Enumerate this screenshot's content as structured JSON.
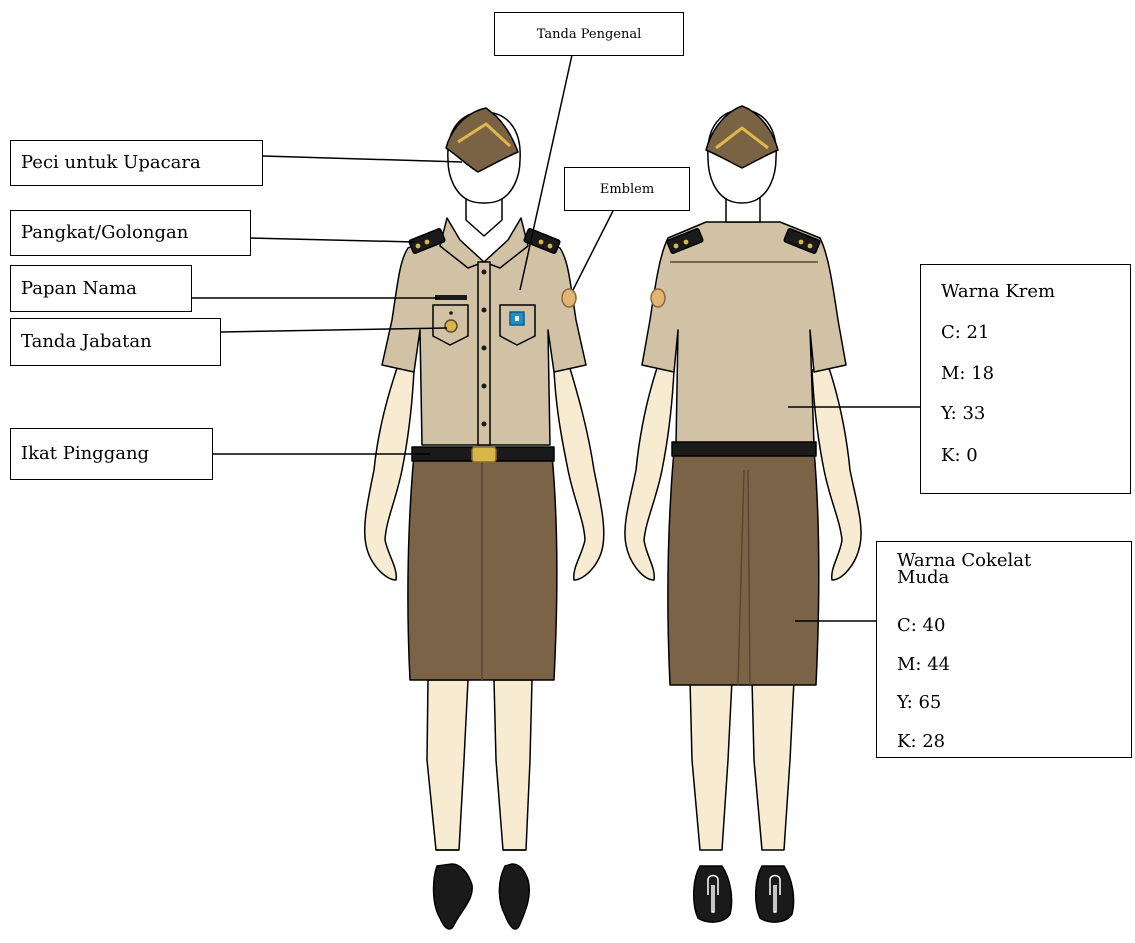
{
  "labels": {
    "tanda_pengenal": "Tanda Pengenal",
    "peci_untuk_upacara": "Peci untuk Upacara",
    "emblem": "Emblem",
    "pangkat_golongan": "Pangkat/Golongan",
    "papan_nama": "Papan Nama",
    "tanda_jabatan": "Tanda Jabatan",
    "ikat_pinggang": "Ikat Pinggang"
  },
  "color_krem": {
    "title": "Warna Krem",
    "c": "C: 21",
    "m": "M: 18",
    "y": "Y: 33",
    "k": "K: 0",
    "swatch": "#d1c2a6"
  },
  "color_cokelat_muda": {
    "title_line1": "Warna Cokelat",
    "title_line2": "Muda",
    "c": "C: 40",
    "m": "M: 44",
    "y": "Y: 65",
    "k": "K: 28",
    "swatch": "#7b6347"
  },
  "colors": {
    "skin": "#f7ecd2",
    "hat": "#7a6245",
    "hat_trim": "#e0b74a",
    "shoe": "#1a1a1a",
    "belt": "#1a1a1a",
    "buckle": "#d9b64a",
    "badge_blue": "#1e8fc8"
  }
}
